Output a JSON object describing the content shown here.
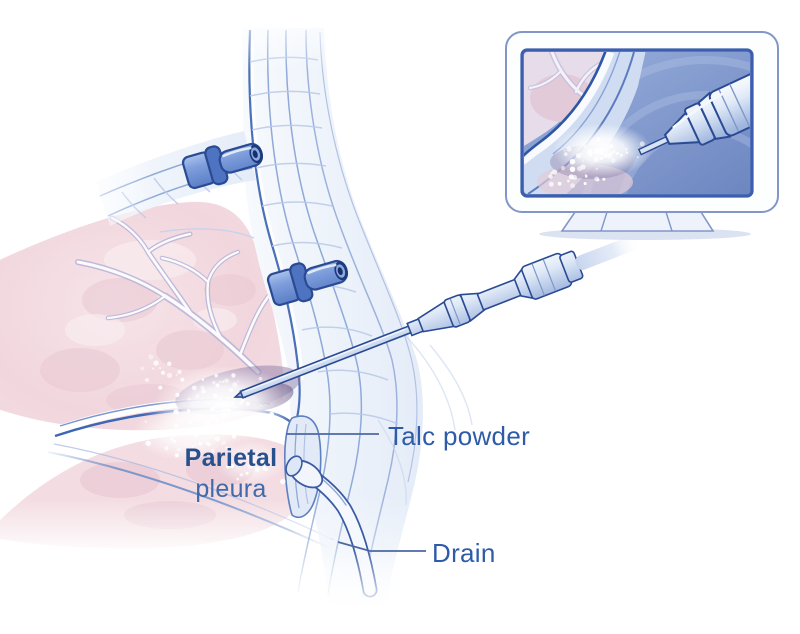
{
  "illustration": {
    "labels": {
      "talc_powder": "Talc powder",
      "parietal_line1": "Parietal",
      "parietal_line2": "pleura",
      "drain": "Drain"
    },
    "colors": {
      "label_text": "#2e5ba9",
      "label_text_bold": "#27508f",
      "leader_line": "#4c68a4",
      "outline_navy": "#2a4a94",
      "instrument_blue": "#7a9bd8",
      "lung_pink": "#f2d8de",
      "pleura_line_blue": "#3d66b4",
      "screen_blue": "#8aa2d4",
      "monitor_frame_stroke": "#8296c8",
      "talc_spray": "#ffffff"
    },
    "parts": [
      "lung",
      "chest-wall",
      "trocar-upper",
      "trocar-lower",
      "talc-insufflator",
      "talc-spray",
      "parietal-pleura",
      "drain-tube",
      "endoscopy-monitor"
    ]
  }
}
